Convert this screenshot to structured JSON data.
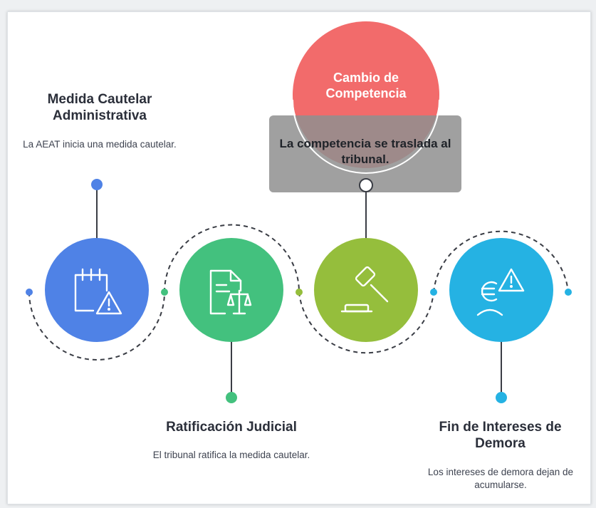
{
  "colors": {
    "blue": "#4f82e6",
    "green": "#43c17e",
    "olive": "#95be3c",
    "cyan": "#25b2e3",
    "red": "#f26b6b",
    "gray_box": "#9c9c9c"
  },
  "steps": [
    {
      "title": "Medida Cautelar Administrativa",
      "description": "La AEAT inicia una medida cautelar.",
      "icon": "calendar-warning-icon"
    },
    {
      "title": "Ratificación Judicial",
      "description": "El tribunal ratifica la medida cautelar.",
      "icon": "document-scales-icon"
    },
    {
      "title": "Cambio de Competencia",
      "description": "La competencia se traslada al tribunal.",
      "icon": "gavel-icon"
    },
    {
      "title": "Fin de Intereses de Demora",
      "description": "Los intereses de demora dejan de acumularse.",
      "icon": "euro-person-warning-icon"
    }
  ]
}
